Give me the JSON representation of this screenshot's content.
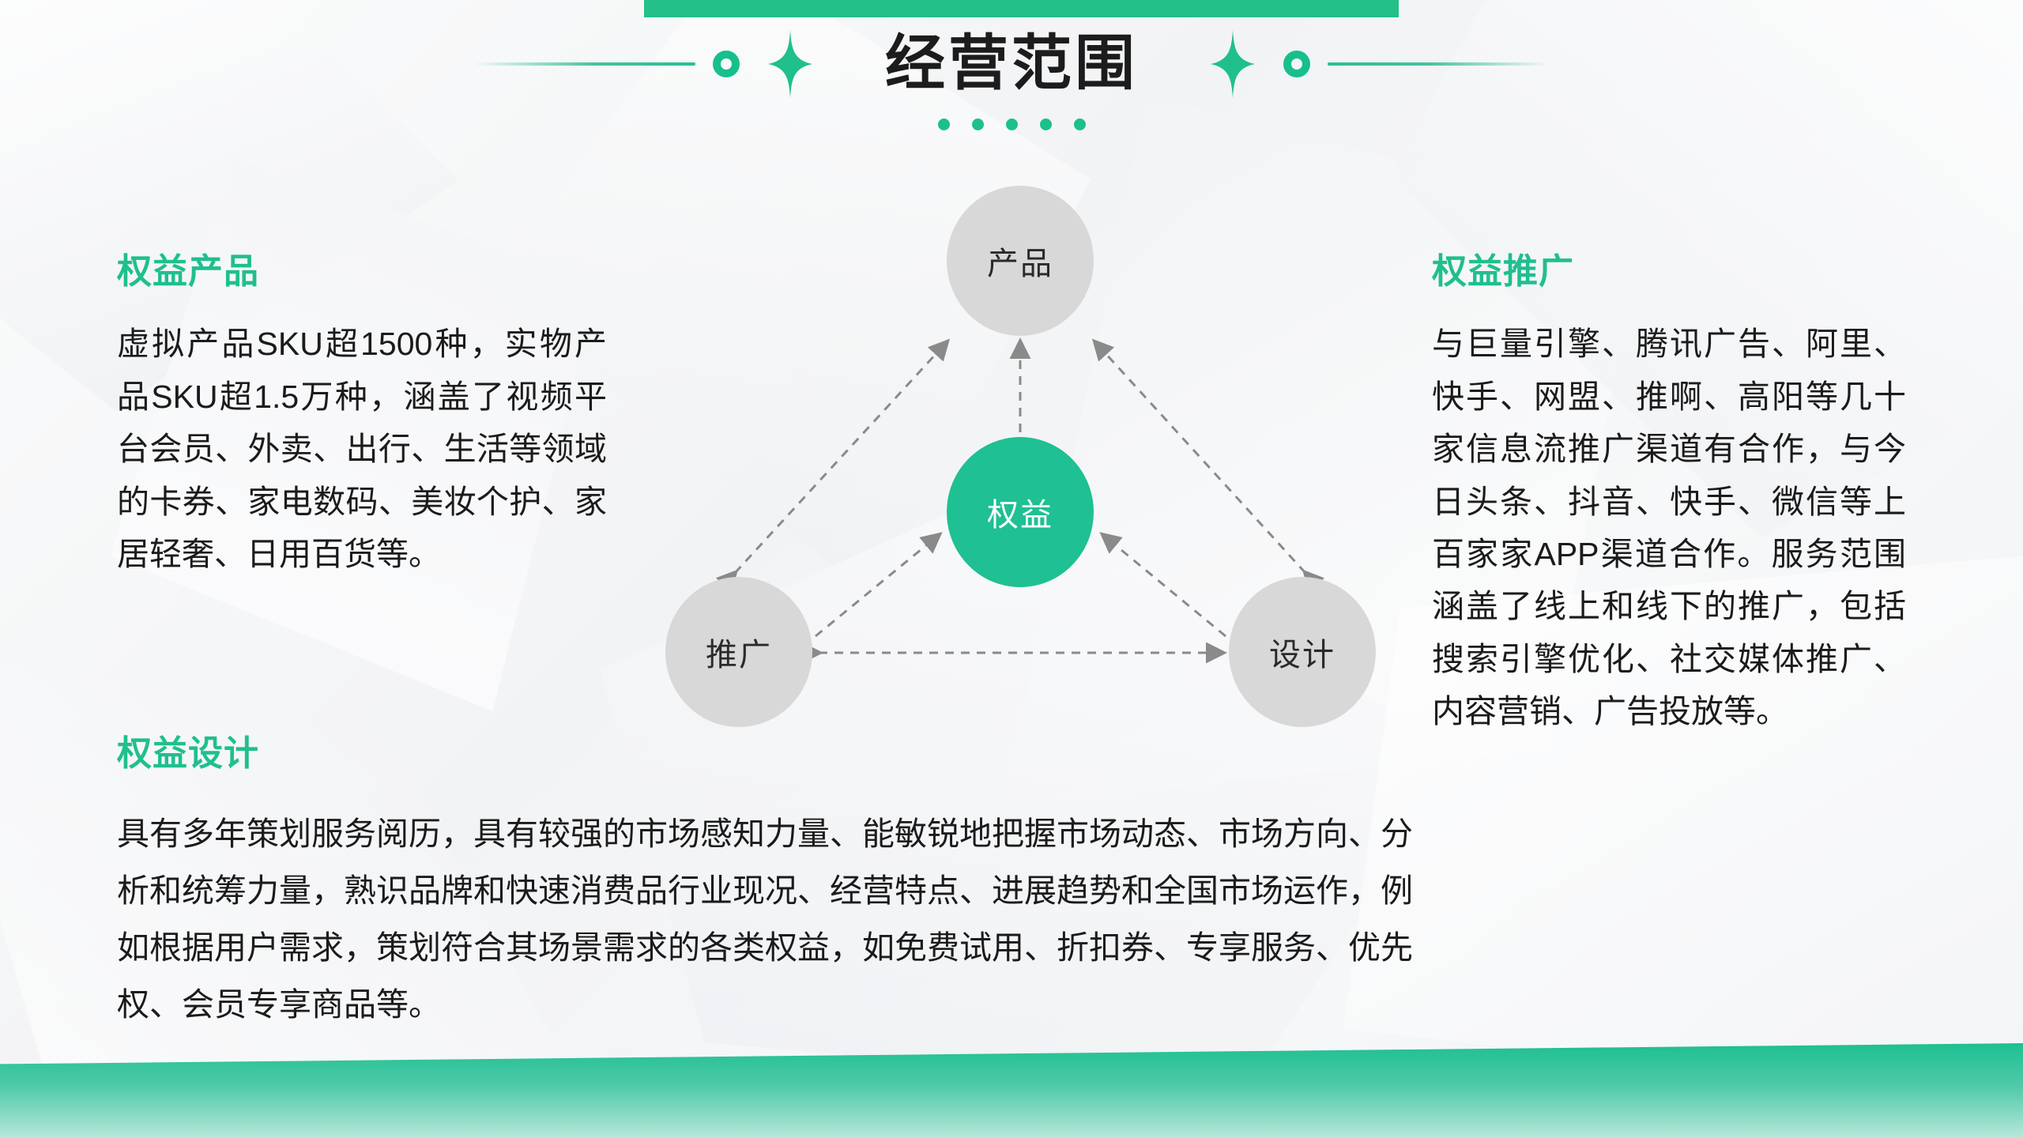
{
  "slide": {
    "title": "经营范围",
    "accent_color": "#1fbf8e",
    "title_color": "#1c1c1c",
    "decor": {
      "ring_icon": "ring-icon",
      "sparkle_icon": "sparkle-icon",
      "line_icon": "divider-line",
      "dot_count": 5
    }
  },
  "sections": {
    "left_top": {
      "heading": "权益产品",
      "body": "虚拟产品SKU超1500种，实物产品SKU超1.5万种，涵盖了视频平台会员、外卖、出行、生活等领域的卡券、家电数码、美妆个护、家居轻奢、日用百货等。"
    },
    "left_bottom": {
      "heading": "权益设计",
      "body": "具有多年策划服务阅历，具有较强的市场感知力量、能敏锐地把握市场动态、市场方向、分析和统筹力量，熟识品牌和快速消费品行业现况、经营特点、进展趋势和全国市场运作，例如根据用户需求，策划符合其场景需求的各类权益，如免费试用、折扣券、专享服务、优先权、会员专享商品等。"
    },
    "right": {
      "heading": "权益推广",
      "body": "与巨量引擎、腾讯广告、阿里、快手、网盟、推啊、高阳等几十家信息流推广渠道有合作，与今日头条、抖音、快手、微信等上百家家APP渠道合作。服务范围涵盖了线上和线下的推广，包括搜索引擎优化、社交媒体推广、内容营销、广告投放等。"
    }
  },
  "diagram": {
    "nodes": {
      "product": "产品",
      "center": "权益",
      "promotion": "推广",
      "design": "设计"
    },
    "node_fill": "#d8d8d8",
    "center_fill": "#1fc093",
    "connector_style": "dashed-double-arrow",
    "connector_color": "#8a8a8a"
  }
}
